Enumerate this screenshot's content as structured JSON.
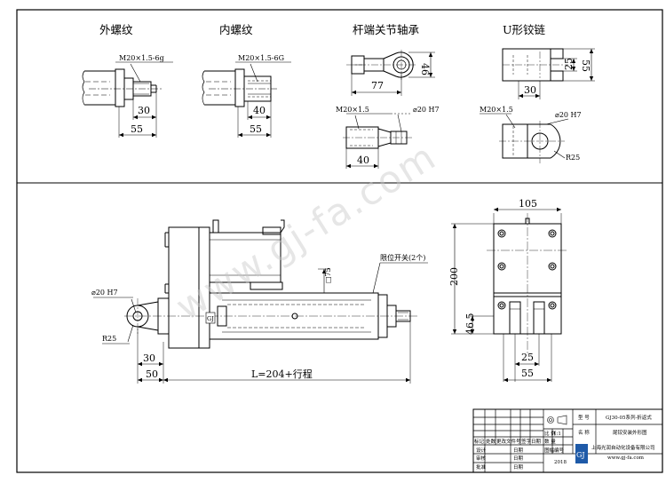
{
  "top_section": {
    "titles": {
      "external_thread": "外螺纹",
      "internal_thread": "内螺纹",
      "rod_end_bearing": "杆端关节轴承",
      "u_clevis": "U形铰链"
    },
    "external_thread": {
      "thread_label": "M20×1.5-6g",
      "dim_thread_len": "30",
      "dim_overall": "55"
    },
    "internal_thread": {
      "thread_label": "M20×1.5-6G",
      "dim_thread_len": "40",
      "dim_overall": "55"
    },
    "rod_end_bearing": {
      "dim_height": "46",
      "dim_length": "77",
      "thread_label": "M20×1.5",
      "hole_label": "⌀20 H7",
      "dim_thread_len": "40"
    },
    "u_clevis": {
      "dim_inner": "25",
      "dim_outer": "55",
      "dim_length": "30",
      "thread_label": "M20×1.5",
      "hole_label": "⌀20 H7",
      "radius_label": "R25"
    }
  },
  "front_view": {
    "hole_label": "⌀20 H7",
    "radius_label": "R25",
    "dim_30": "30",
    "dim_50": "50",
    "stroke_label": "L=204+行程",
    "limit_switch_label": "限位开关(2个)",
    "square_label": "□75"
  },
  "side_view": {
    "dim_width": "105",
    "dim_height": "200",
    "dim_46_5": "46.5",
    "dim_25": "25",
    "dim_55": "55"
  },
  "watermark": "www.gj-fa.com",
  "title_block": {
    "model_label": "型 号",
    "model_value": "GJ30-05系列-折返式",
    "name_label": "名 称",
    "name_value": "尾铰安装外形图",
    "scale_label": "比 例",
    "scale_value": "1:1",
    "quantity_label": "数 量",
    "row_headers": [
      "标记",
      "处数",
      "更改文件号",
      "签字",
      "日期",
      "图幅编号"
    ],
    "designer_label": "设计",
    "checker_label": "审核",
    "approver_label": "批准",
    "date_label": "日期",
    "year": "2018",
    "company": "上海光润自动化设备有限公司",
    "website": "www.gj-fa.com",
    "logo_text": "GJ"
  }
}
